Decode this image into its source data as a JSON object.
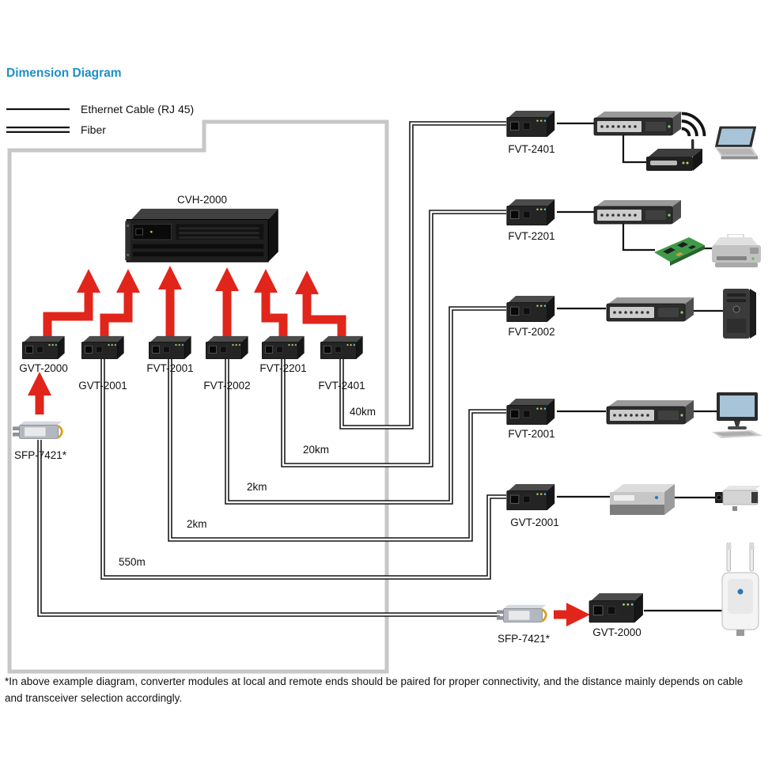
{
  "title": "Dimension Diagram",
  "legend": {
    "ethernet_label": "Ethernet Cable (RJ 45)",
    "fiber_label": "Fiber"
  },
  "chassis": {
    "label": "CVH-2000"
  },
  "local_modules": [
    {
      "label": "GVT-2000"
    },
    {
      "label": "GVT-2001"
    },
    {
      "label": "FVT-2001"
    },
    {
      "label": "FVT-2002"
    },
    {
      "label": "FVT-2201"
    },
    {
      "label": "FVT-2401"
    }
  ],
  "sfp_local": {
    "label": "SFP-7421*"
  },
  "fiber_links": [
    {
      "remote": "FVT-2401",
      "distance": "40km"
    },
    {
      "remote": "FVT-2201",
      "distance": "20km"
    },
    {
      "remote": "FVT-2002",
      "distance": "2km"
    },
    {
      "remote": "FVT-2001",
      "distance": "2km"
    },
    {
      "remote": "GVT-2001",
      "distance": "550m"
    }
  ],
  "bottom_link": {
    "sfp_label": "SFP-7421*",
    "gvt_label": "GVT-2000"
  },
  "footnote": "*In above example diagram, converter modules at local and remote ends should be paired for proper connectivity, and the distance mainly depends on cable and transceiver selection accordingly.",
  "colors": {
    "accent_blue": "#1e8fc6",
    "arrow_red": "#e1251b",
    "boundary_gray": "#c7c7c7",
    "line_black": "#131313"
  }
}
